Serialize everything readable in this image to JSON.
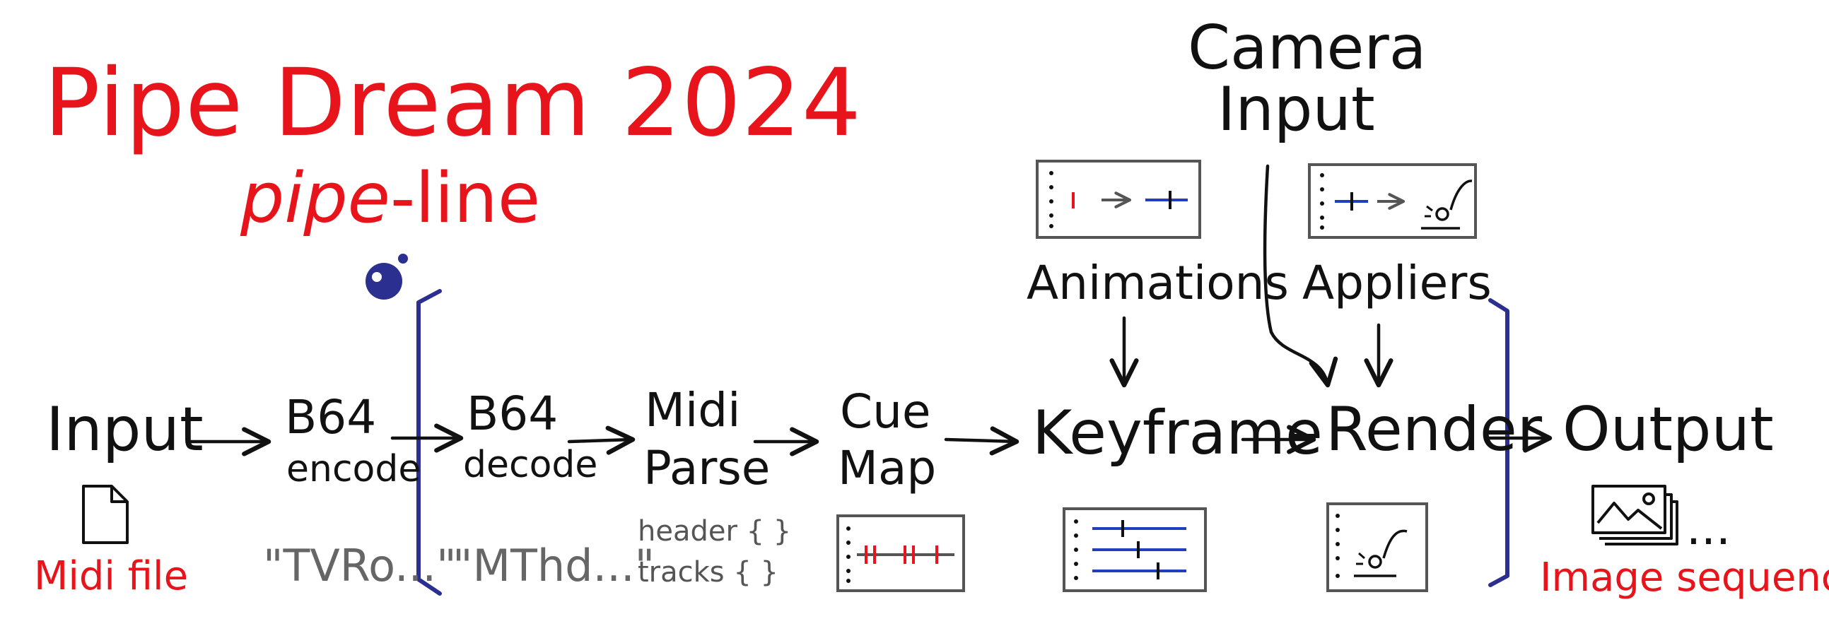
{
  "title": "Pipe Dream 2024",
  "subtitle": {
    "part1": "pipe",
    "part2": "-line"
  },
  "side_labels": {
    "camera_line1": "Camera",
    "camera_line2": "Input",
    "animations": "Animations",
    "appliers": "Appliers"
  },
  "stages": {
    "input": "Input",
    "b64_encode_top": "B64",
    "b64_encode_bottom": "encode",
    "b64_decode_top": "B64",
    "b64_decode_bottom": "decode",
    "midi_parse_top": "Midi",
    "midi_parse_bottom": "Parse",
    "cue_map_top": "Cue",
    "cue_map_bottom": "Map",
    "keyframe": "Keyframe",
    "render": "Render",
    "output": "Output"
  },
  "annotations": {
    "midi_file": "Midi file",
    "tvro": "\"TVRo...\"",
    "mthd": "\"MThd...\"",
    "header": "header { }",
    "tracks": "tracks { }",
    "ellipsis": "...",
    "image_sequence": "Image sequence"
  },
  "colors": {
    "title_red": "#e8141b",
    "ink": "#111111",
    "bracket_blue": "#2b2f8f",
    "gray": "#666666",
    "track_blue": "#1f3fbf"
  }
}
